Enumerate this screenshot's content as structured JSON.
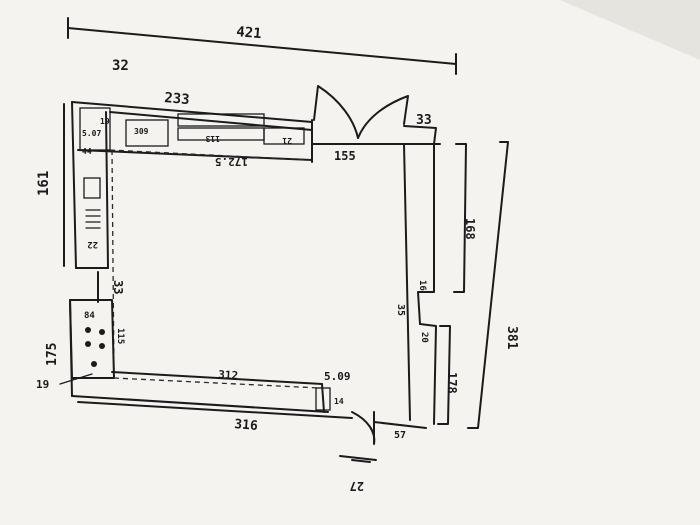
{
  "colors": {
    "paper": "#f4f3f0",
    "paper_edge": "#e6e4df",
    "ink": "#1b1b1d",
    "background": "#9a958c"
  },
  "labels": {
    "overall_width": "421",
    "top_run": "233",
    "corner_32": "32",
    "right_33": "33",
    "sink_wall": "161",
    "gap_33": "33",
    "bottom_wall": "175",
    "marker_19": "19",
    "bottom_316": "316",
    "inner_312": "312",
    "right_509": "5.09",
    "lower_57": "57",
    "door_55": "155",
    "right_168": "168",
    "right_178": "178",
    "right_381": "381",
    "notch_35": "35",
    "notch_16": "16",
    "notch_20": "20",
    "counter_1725": "172.5",
    "counter_113": "113",
    "counter_21": "21",
    "counter_309": "309",
    "small_507": "5.07",
    "small_44": "44",
    "small_19": "19",
    "small_22": "22",
    "small_84": "84",
    "small_115": "115",
    "small_14": "14",
    "small_27": "27"
  }
}
